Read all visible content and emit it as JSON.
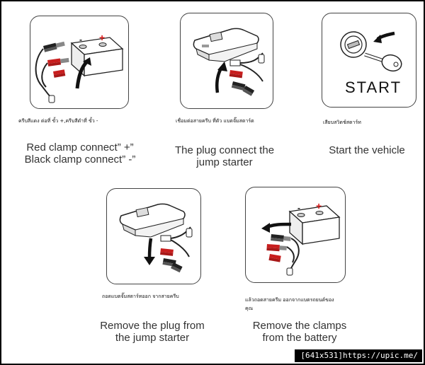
{
  "steps": [
    {
      "thai": "ครีบสีแดง ต่อที่ ขั้ว +,ครีบสีดำที่ ขั้ว -",
      "caption_lines": [
        "Red clamp connect”  +”",
        "Black clamp connect”  -”"
      ],
      "icon": "battery-clamps-icon"
    },
    {
      "thai": "เชื่อมต่อสายครีบ ที่ตัว แบตจั๊มสตาร์ต",
      "caption_lines": [
        "The plug connect the",
        "jump starter"
      ],
      "icon": "jump-starter-plug-in-icon"
    },
    {
      "thai": "เสียบสวิตช์สตาร์ท",
      "caption_lines": [
        "Start the vehicle"
      ],
      "icon": "ignition-key-icon",
      "panel_text": "START"
    },
    {
      "thai": "ถอดแบตจั๊มสตาร์ทออก จากสายครีบ",
      "caption_lines": [
        "Remove the plug from",
        "the jump starter"
      ],
      "icon": "jump-starter-unplug-icon"
    },
    {
      "thai_lines": [
        "แล้วถอดสายครีม ออกจากแบตรถยนต์ของ",
        "คุณ"
      ],
      "caption_lines": [
        "Remove the clamps",
        "from the battery"
      ],
      "icon": "battery-remove-clamps-icon"
    }
  ],
  "battery_terminals": {
    "negative": "-",
    "positive": "+"
  },
  "watermark": "[641x531]https://upic.me/",
  "colors": {
    "positive_terminal": "#d81e1e",
    "red_clamp": "#c81e1e",
    "black_clamp": "#222222"
  }
}
